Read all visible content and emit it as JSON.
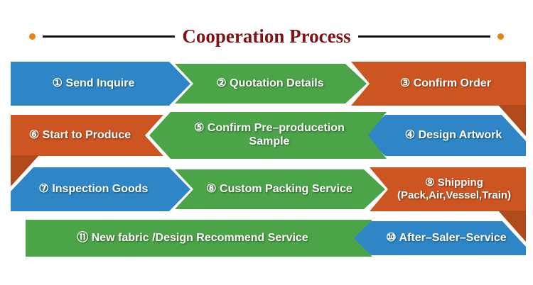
{
  "title": {
    "text": "Cooperation Process"
  },
  "colors": {
    "blue": "#2e86c6",
    "green": "#4ba447",
    "orange": "#cd5522",
    "fold_orange": "#b04a1a",
    "title_text": "#7e1416",
    "accent_dot": "#ea820e"
  },
  "steps": [
    {
      "label": "① Send Inquire",
      "color": "blue"
    },
    {
      "label": "② Quotation Details",
      "color": "green"
    },
    {
      "label": "③ Confirm Order",
      "color": "orange"
    },
    {
      "label": "④ Design Artwork",
      "color": "blue"
    },
    {
      "label": "⑤ Confirm Pre–producetion Sample",
      "color": "green"
    },
    {
      "label": "⑥ Start to Produce",
      "color": "orange"
    },
    {
      "label": "⑦ Inspection Goods",
      "color": "blue"
    },
    {
      "label": "⑧ Custom Packing Service",
      "color": "green"
    },
    {
      "label": "⑨ Shipping (Pack,Air,Vessel,Train)",
      "color": "orange"
    },
    {
      "label": "⑩ After–Saler–Service",
      "color": "blue"
    },
    {
      "label": "⑪ New fabric /Design Recommend Service",
      "color": "green"
    }
  ]
}
